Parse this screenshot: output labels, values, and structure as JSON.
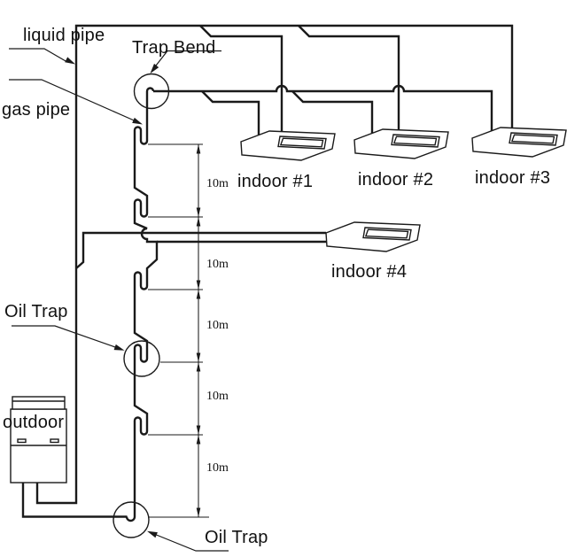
{
  "diagram": {
    "title_context": "refrigerant piping schematic",
    "colors": {
      "ink": "#1a1a1a",
      "background": "#ffffff"
    },
    "pipe_labels": {
      "liquid_pipe": "liquid pipe",
      "gas_pipe": "gas pipe",
      "trap_bend": "Trap Bend",
      "oil_trap_middle": "Oil Trap",
      "oil_trap_bottom": "Oil Trap"
    },
    "units": {
      "outdoor": "outdoor",
      "indoor_1": "indoor #1",
      "indoor_2": "indoor #2",
      "indoor_3": "indoor #3",
      "indoor_4": "indoor #4"
    },
    "dimensions": {
      "segment_1": "10m",
      "segment_2": "10m",
      "segment_3": "10m",
      "segment_4": "10m",
      "segment_5": "10m"
    }
  }
}
